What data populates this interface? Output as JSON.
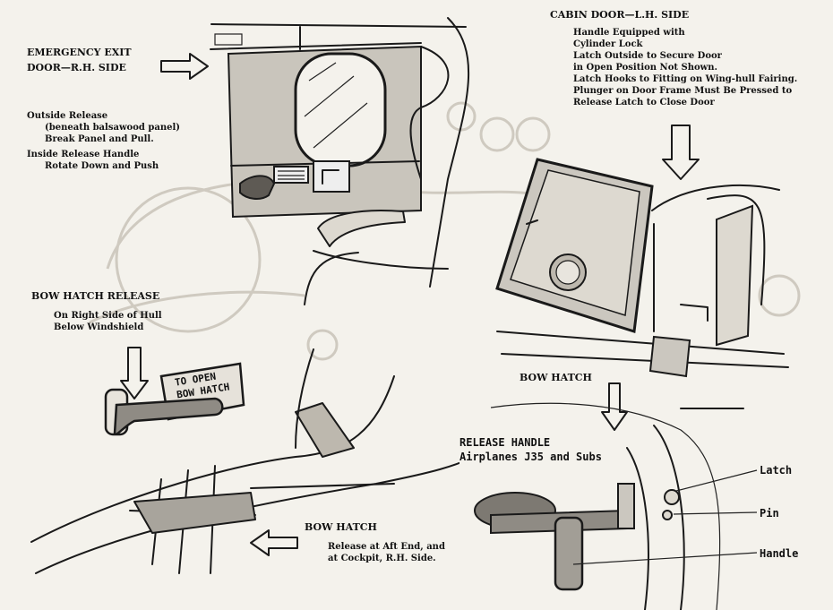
{
  "emergency_exit": {
    "title_line1": "EMERGENCY EXIT",
    "title_line2": "DOOR—R.H. SIDE",
    "outside_release": "Outside Release",
    "outside_release_note": "(beneath balsawood panel)",
    "outside_release_action": "Break Panel and Pull.",
    "inside_release": "Inside Release Handle",
    "inside_release_action": "Rotate Down and Push"
  },
  "cabin_door": {
    "title": "CABIN DOOR—L.H. SIDE",
    "line1": "Handle Equipped with",
    "line2": "Cylinder Lock",
    "line3": "Latch Outside to Secure Door",
    "line4": "in Open Position Not Shown.",
    "line5": "Latch Hooks to Fitting on Wing-hull Fairing.",
    "line6": "Plunger on Door Frame Must Be Pressed to",
    "line7": "Release Latch to Close Door"
  },
  "bow_hatch_release": {
    "title": "BOW HATCH RELEASE",
    "line1": "On Right Side of Hull",
    "line2": "Below Windshield",
    "placard_line1": "TO OPEN",
    "placard_line2": "BOW HATCH"
  },
  "bow_hatch_left": {
    "title": "BOW HATCH",
    "line1": "Release at Aft End, and",
    "line2": "at Cockpit, R.H. Side."
  },
  "bow_hatch_right": {
    "title": "BOW HATCH"
  },
  "release_handle": {
    "title": "RELEASE HANDLE",
    "subtitle": "Airplanes J35 and Subs"
  },
  "callouts": {
    "latch": "Latch",
    "pin": "Pin",
    "handle": "Handle"
  }
}
